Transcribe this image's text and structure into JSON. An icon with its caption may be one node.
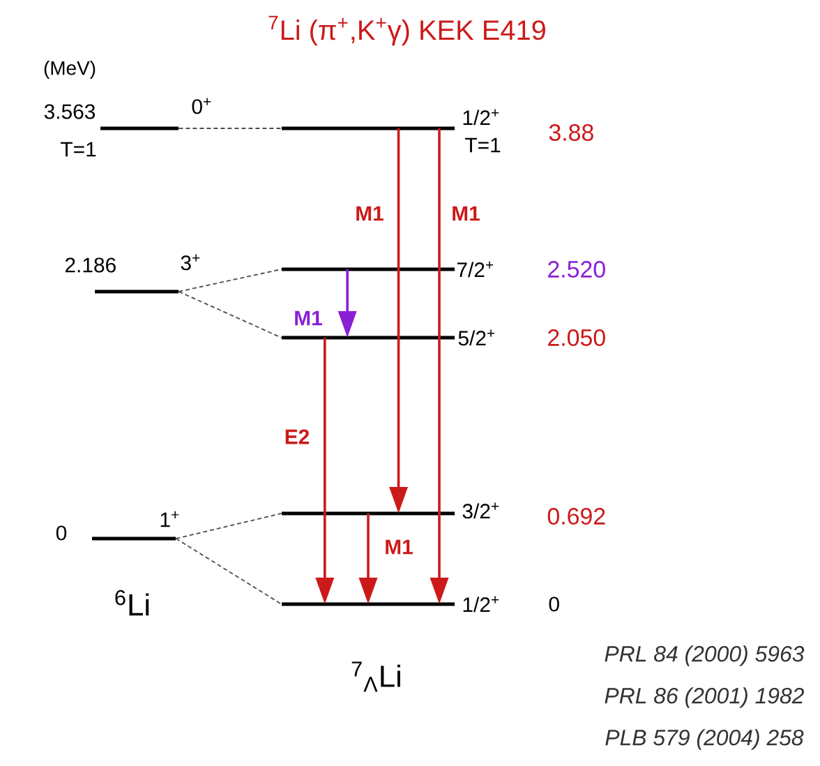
{
  "diagram": {
    "title": "$^{7}$Li (π$^{+}$,K$^{+}$γ)   KEK E419",
    "nodes": [
      {
        "text": [],
        "shape": "bar",
        "beside": [
          "3.563",
          "0$^{+}$",
          "T=1"
        ]
      },
      {
        "text": [],
        "shape": "bar",
        "beside": [
          "2.186",
          "3$^{+}$"
        ]
      },
      {
        "text": [],
        "shape": "bar",
        "beside": [
          "0",
          "1$^{+}$"
        ]
      },
      {
        "text": [],
        "shape": "bar",
        "beside": [
          "1/2$^{+}$",
          "T=1",
          "3.88"
        ]
      },
      {
        "text": [],
        "shape": "bar",
        "beside": [
          "7/2$^{+}$",
          "2.520"
        ]
      },
      {
        "text": [],
        "shape": "bar",
        "beside": [
          "5/2$^{+}$",
          "2.050"
        ]
      },
      {
        "text": [],
        "shape": "bar",
        "beside": [
          "3/2$^{+}$",
          "0.692"
        ]
      },
      {
        "text": [],
        "shape": "bar",
        "beside": [
          "1/2$^{+}$",
          "0"
        ]
      }
    ],
    "edges": [
      {
        "from": 0,
        "to": 3,
        "arrow": "none",
        "style": "dashed"
      },
      {
        "from": 1,
        "to": 4,
        "arrow": "none",
        "style": "dashed"
      },
      {
        "from": 1,
        "to": 5,
        "arrow": "none",
        "style": "dashed"
      },
      {
        "from": 2,
        "to": 6,
        "arrow": "none",
        "style": "dashed"
      },
      {
        "from": 2,
        "to": 7,
        "arrow": "none",
        "style": "dashed"
      },
      {
        "from": 3,
        "to": 6,
        "arrow": "to",
        "label": "M1",
        "color": "#cc1a1a"
      },
      {
        "from": 3,
        "to": 7,
        "arrow": "to",
        "label": "M1",
        "color": "#cc1a1a"
      },
      {
        "from": 4,
        "to": 5,
        "arrow": "to",
        "label": "M1",
        "color": "#8a1fd6"
      },
      {
        "from": 5,
        "to": 7,
        "arrow": "to",
        "label": "E2",
        "color": "#cc1a1a"
      },
      {
        "from": 6,
        "to": 7,
        "arrow": "to",
        "label": "M1",
        "color": "#cc1a1a"
      }
    ],
    "labels": [
      "(MeV)",
      "$^{6}$Li",
      "$^{7}$$_{Λ}$Li",
      "PRL 84 (2000) 5963",
      "PRL 86 (2001) 1982",
      "PLB 579 (2004) 258"
    ]
  }
}
